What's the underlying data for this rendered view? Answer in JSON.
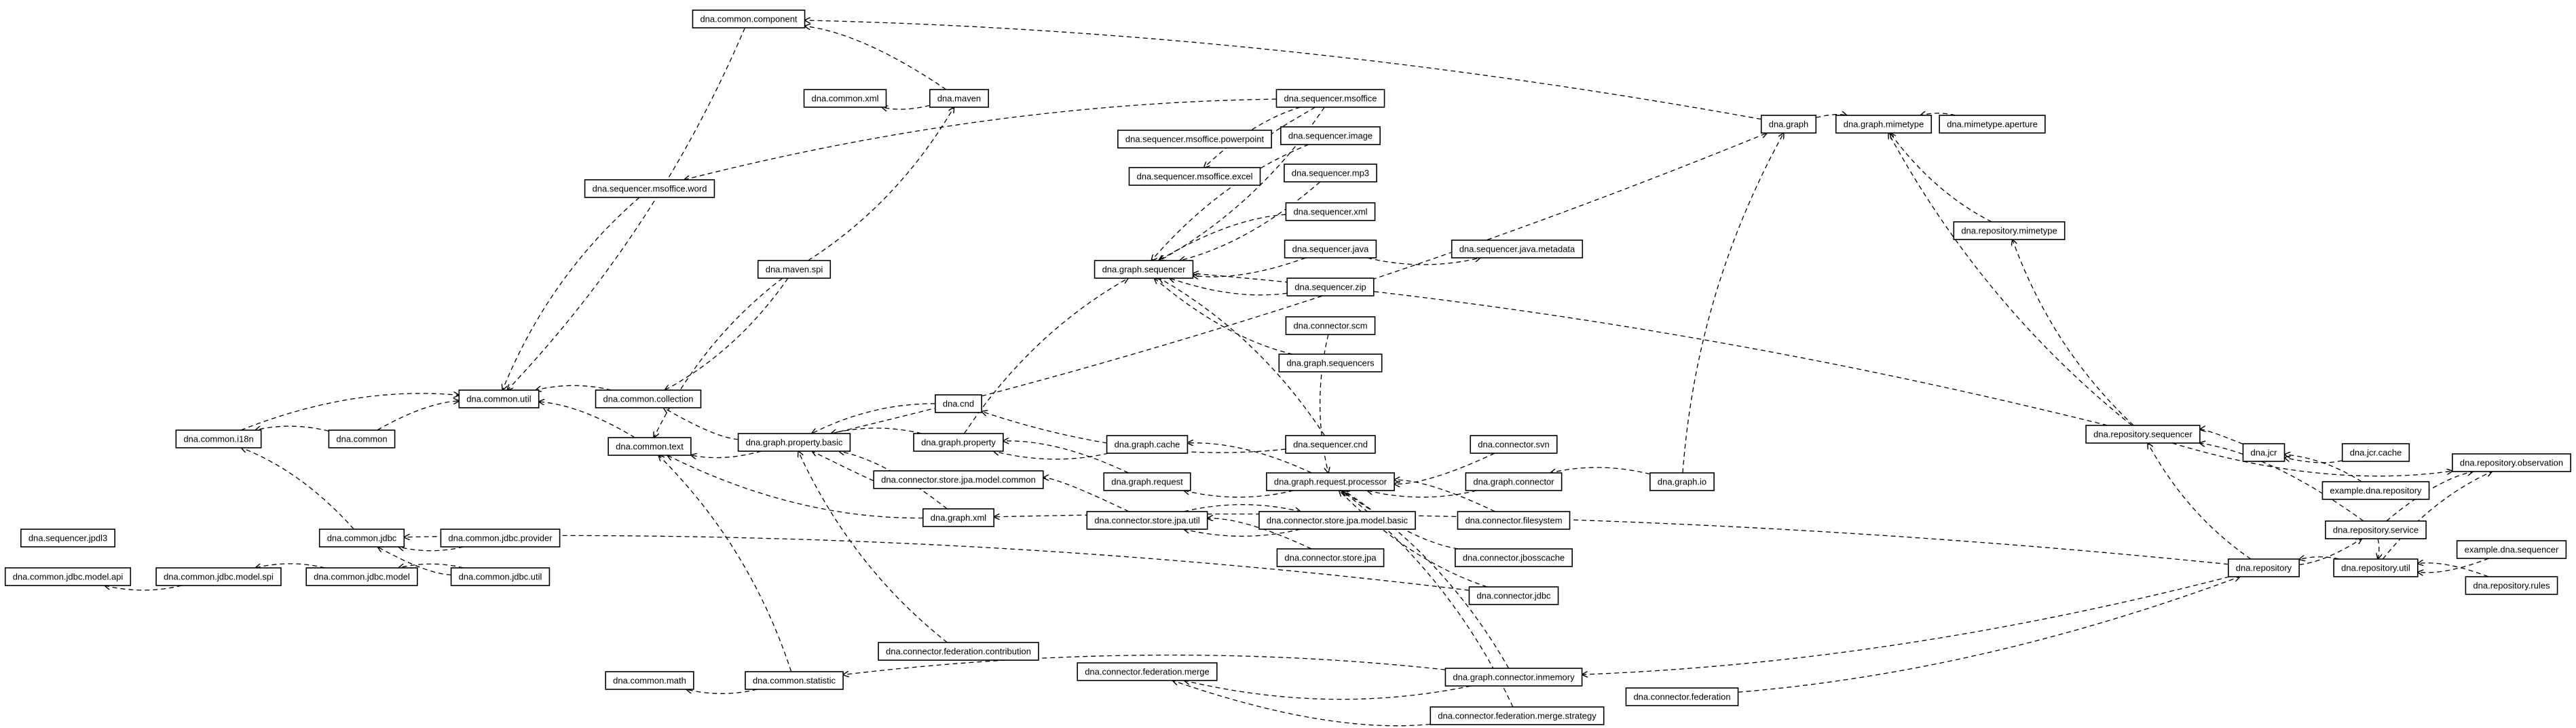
{
  "diagram": {
    "nodes": [
      {
        "id": "n1",
        "label": "dna.common.component"
      },
      {
        "id": "n2",
        "label": "dna.common.xml"
      },
      {
        "id": "n3",
        "label": "dna.maven"
      },
      {
        "id": "n4",
        "label": "dna.sequencer.msoffice"
      },
      {
        "id": "n5",
        "label": "dna.graph"
      },
      {
        "id": "n6",
        "label": "dna.graph.mimetype"
      },
      {
        "id": "n7",
        "label": "dna.mimetype.aperture"
      },
      {
        "id": "n8",
        "label": "dna.sequencer.msoffice.powerpoint"
      },
      {
        "id": "n9",
        "label": "dna.sequencer.image"
      },
      {
        "id": "n10",
        "label": "dna.sequencer.msoffice.excel"
      },
      {
        "id": "n11",
        "label": "dna.sequencer.mp3"
      },
      {
        "id": "n12",
        "label": "dna.sequencer.msoffice.word"
      },
      {
        "id": "n13",
        "label": "dna.repository.mimetype"
      },
      {
        "id": "n14",
        "label": "dna.sequencer.xml"
      },
      {
        "id": "n15",
        "label": "dna.sequencer.java"
      },
      {
        "id": "n16",
        "label": "dna.sequencer.java.metadata"
      },
      {
        "id": "n17",
        "label": "dna.maven.spi"
      },
      {
        "id": "n18",
        "label": "dna.graph.sequencer"
      },
      {
        "id": "n19",
        "label": "dna.sequencer.zip"
      },
      {
        "id": "n20",
        "label": "dna.connector.scm"
      },
      {
        "id": "n21",
        "label": "dna.graph.sequencers"
      },
      {
        "id": "n22",
        "label": "dna.common.util"
      },
      {
        "id": "n23",
        "label": "dna.common.collection"
      },
      {
        "id": "n24",
        "label": "dna.cnd"
      },
      {
        "id": "n25",
        "label": "dna.common.i18n"
      },
      {
        "id": "n26",
        "label": "dna.common"
      },
      {
        "id": "n27",
        "label": "dna.common.text"
      },
      {
        "id": "n28",
        "label": "dna.graph.property.basic"
      },
      {
        "id": "n29",
        "label": "dna.graph.property"
      },
      {
        "id": "n30",
        "label": "dna.graph.cache"
      },
      {
        "id": "n31",
        "label": "dna.sequencer.cnd"
      },
      {
        "id": "n32",
        "label": "dna.connector.svn"
      },
      {
        "id": "n33",
        "label": "dna.repository.sequencer"
      },
      {
        "id": "n34",
        "label": "dna.jcr"
      },
      {
        "id": "n35",
        "label": "dna.jcr.cache"
      },
      {
        "id": "n36",
        "label": "dna.repository.observation"
      },
      {
        "id": "n37",
        "label": "dna.connector.store.jpa.model.common"
      },
      {
        "id": "n38",
        "label": "dna.graph.request"
      },
      {
        "id": "n39",
        "label": "dna.graph.request.processor"
      },
      {
        "id": "n40",
        "label": "dna.graph.connector"
      },
      {
        "id": "n41",
        "label": "dna.graph.io"
      },
      {
        "id": "n42",
        "label": "example.dna.repository"
      },
      {
        "id": "n43",
        "label": "dna.sequencer.jpdl3"
      },
      {
        "id": "n44",
        "label": "dna.graph.xml"
      },
      {
        "id": "n45",
        "label": "dna.connector.store.jpa.util"
      },
      {
        "id": "n46",
        "label": "dna.connector.store.jpa.model.basic"
      },
      {
        "id": "n47",
        "label": "dna.connector.filesystem"
      },
      {
        "id": "n48",
        "label": "dna.repository.service"
      },
      {
        "id": "n49",
        "label": "dna.common.jdbc"
      },
      {
        "id": "n50",
        "label": "dna.common.jdbc.provider"
      },
      {
        "id": "n51",
        "label": "dna.connector.store.jpa"
      },
      {
        "id": "n52",
        "label": "dna.connector.jbosscache"
      },
      {
        "id": "n53",
        "label": "example.dna.sequencer"
      },
      {
        "id": "n54",
        "label": "dna.repository"
      },
      {
        "id": "n55",
        "label": "dna.repository.util"
      },
      {
        "id": "n56",
        "label": "dna.common.jdbc.model.api"
      },
      {
        "id": "n57",
        "label": "dna.common.jdbc.model.spi"
      },
      {
        "id": "n58",
        "label": "dna.common.jdbc.model"
      },
      {
        "id": "n59",
        "label": "dna.common.jdbc.util"
      },
      {
        "id": "n60",
        "label": "dna.connector.jdbc"
      },
      {
        "id": "n61",
        "label": "dna.repository.rules"
      },
      {
        "id": "n62",
        "label": "dna.connector.federation.contribution"
      },
      {
        "id": "n63",
        "label": "dna.connector.federation.merge"
      },
      {
        "id": "n64",
        "label": "dna.common.math"
      },
      {
        "id": "n65",
        "label": "dna.common.statistic"
      },
      {
        "id": "n66",
        "label": "dna.graph.connector.inmemory"
      },
      {
        "id": "n67",
        "label": "dna.connector.federation"
      },
      {
        "id": "n68",
        "label": "dna.connector.federation.merge.strategy"
      }
    ],
    "edges": [
      [
        "n3",
        "n1"
      ],
      [
        "n3",
        "n2"
      ],
      [
        "n4",
        "n12"
      ],
      [
        "n4",
        "n8"
      ],
      [
        "n4",
        "n10"
      ],
      [
        "n4",
        "n18"
      ],
      [
        "n5",
        "n1"
      ],
      [
        "n5",
        "n6"
      ],
      [
        "n7",
        "n6"
      ],
      [
        "n13",
        "n6"
      ],
      [
        "n12",
        "n22"
      ],
      [
        "n1",
        "n22"
      ],
      [
        "n9",
        "n18"
      ],
      [
        "n11",
        "n18"
      ],
      [
        "n14",
        "n18"
      ],
      [
        "n15",
        "n18"
      ],
      [
        "n15",
        "n16"
      ],
      [
        "n19",
        "n18"
      ],
      [
        "n17",
        "n3"
      ],
      [
        "n17",
        "n23"
      ],
      [
        "n17",
        "n27"
      ],
      [
        "n21",
        "n18"
      ],
      [
        "n20",
        "n39"
      ],
      [
        "n32",
        "n39"
      ],
      [
        "n23",
        "n22"
      ],
      [
        "n26",
        "n22"
      ],
      [
        "n26",
        "n25"
      ],
      [
        "n25",
        "n22"
      ],
      [
        "n27",
        "n22"
      ],
      [
        "n28",
        "n23"
      ],
      [
        "n28",
        "n5"
      ],
      [
        "n28",
        "n27"
      ],
      [
        "n29",
        "n28"
      ],
      [
        "n29",
        "n18"
      ],
      [
        "n24",
        "n28"
      ],
      [
        "n31",
        "n24"
      ],
      [
        "n31",
        "n18"
      ],
      [
        "n30",
        "n29"
      ],
      [
        "n38",
        "n29"
      ],
      [
        "n39",
        "n38"
      ],
      [
        "n39",
        "n30"
      ],
      [
        "n40",
        "n39"
      ],
      [
        "n41",
        "n40"
      ],
      [
        "n41",
        "n5"
      ],
      [
        "n33",
        "n18"
      ],
      [
        "n33",
        "n6"
      ],
      [
        "n33",
        "n36"
      ],
      [
        "n33",
        "n13"
      ],
      [
        "n34",
        "n33"
      ],
      [
        "n35",
        "n34"
      ],
      [
        "n42",
        "n34"
      ],
      [
        "n37",
        "n28"
      ],
      [
        "n45",
        "n37"
      ],
      [
        "n45",
        "n46"
      ],
      [
        "n51",
        "n45"
      ],
      [
        "n46",
        "n45"
      ],
      [
        "n44",
        "n28"
      ],
      [
        "n44",
        "n27"
      ],
      [
        "n47",
        "n39"
      ],
      [
        "n52",
        "n39"
      ],
      [
        "n48",
        "n33"
      ],
      [
        "n48",
        "n36"
      ],
      [
        "n54",
        "n48"
      ],
      [
        "n54",
        "n33"
      ],
      [
        "n55",
        "n54"
      ],
      [
        "n53",
        "n55"
      ],
      [
        "n61",
        "n55"
      ],
      [
        "n55",
        "n36"
      ],
      [
        "n49",
        "n25"
      ],
      [
        "n50",
        "n49"
      ],
      [
        "n58",
        "n57"
      ],
      [
        "n57",
        "n56"
      ],
      [
        "n59",
        "n58"
      ],
      [
        "n59",
        "n49"
      ],
      [
        "n60",
        "n49"
      ],
      [
        "n60",
        "n39"
      ],
      [
        "n54",
        "n44"
      ],
      [
        "n62",
        "n28"
      ],
      [
        "n65",
        "n27"
      ],
      [
        "n65",
        "n64"
      ],
      [
        "n66",
        "n65"
      ],
      [
        "n66",
        "n63"
      ],
      [
        "n66",
        "n39"
      ],
      [
        "n54",
        "n66"
      ],
      [
        "n67",
        "n54"
      ],
      [
        "n68",
        "n63"
      ],
      [
        "n68",
        "n39"
      ],
      [
        "n48",
        "n55"
      ]
    ]
  }
}
